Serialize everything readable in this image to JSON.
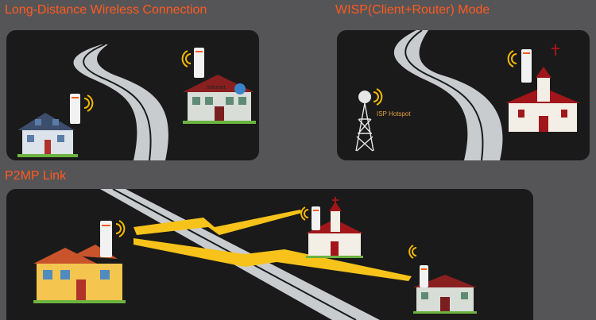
{
  "sections": {
    "long_distance": {
      "title": "Long-Distance Wireless Connection",
      "house_label": "Internet"
    },
    "wisp": {
      "title": "WISP(Client+Router) Mode",
      "tower_label": "ISP Hotspot"
    },
    "p2mp": {
      "title": "P2MP Link"
    }
  },
  "colors": {
    "background": "#555557",
    "panel": "#1a1a1a",
    "title": "#ff5a1f",
    "road": "#c9ccce",
    "signal": "#f5b800",
    "lightning": "#f7c31a"
  },
  "icons": [
    "wifi-signal-icon",
    "globe-icon",
    "cross-icon"
  ]
}
